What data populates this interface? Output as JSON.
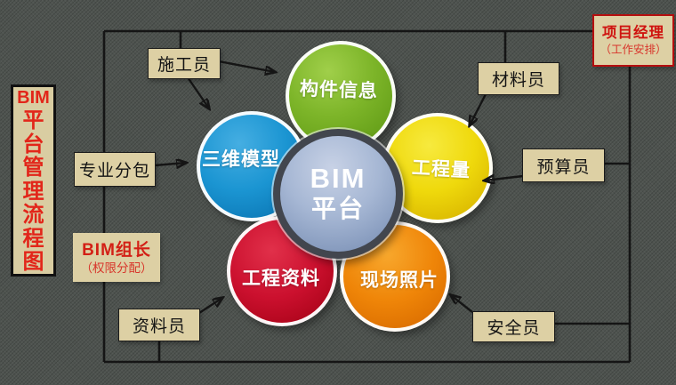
{
  "slide": {
    "background_color": "#4e534f",
    "line_color": "#151515",
    "label_box_color": "#ddd0a4",
    "red_text_color": "#d31f15"
  },
  "side_title": {
    "latin": "BIM",
    "chars": [
      "平",
      "台",
      "管",
      "理",
      "流",
      "程",
      "图"
    ]
  },
  "manager": {
    "title": "项目经理",
    "subtitle": "（工作安排）"
  },
  "leader": {
    "title": "BIM组长",
    "subtitle": "（权限分配）"
  },
  "roles": [
    {
      "label": "施工员"
    },
    {
      "label": "专业分包"
    },
    {
      "label": "材料员"
    },
    {
      "label": "预算员"
    },
    {
      "label": "资料员"
    },
    {
      "label": "安全员"
    }
  ],
  "center": {
    "line1": "BIM",
    "line2": "平台"
  },
  "petals": [
    {
      "label": "构件信息",
      "color": "#7db529"
    },
    {
      "label": "三维模型",
      "color": "#1b95d2"
    },
    {
      "label": "工程量",
      "color": "#efd90c"
    },
    {
      "label": "工程资料",
      "color": "#cb102e"
    },
    {
      "label": "现场照片",
      "color": "#ef8508"
    }
  ]
}
